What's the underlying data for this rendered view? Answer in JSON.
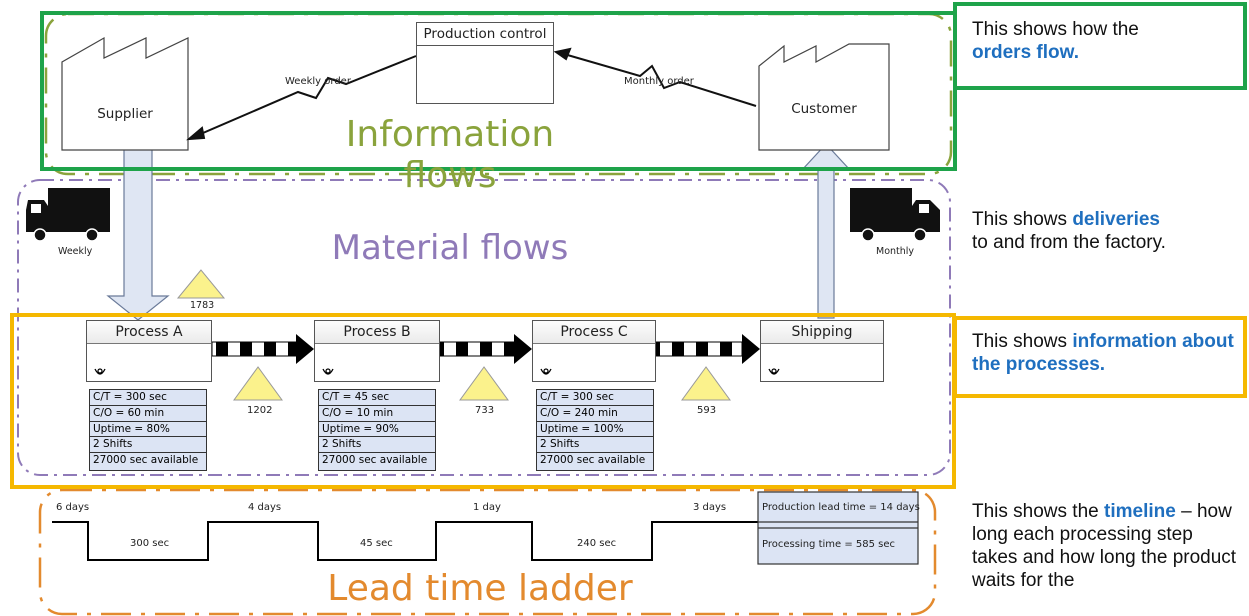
{
  "information": {
    "production_control": "Production control",
    "supplier": "Supplier",
    "customer": "Customer",
    "weekly_order": "Weekly order",
    "monthly_order": "Monthly order",
    "region_label": "Information flows"
  },
  "material": {
    "region_label": "Material flows",
    "weekly": "Weekly",
    "monthly": "Monthly",
    "inventory_top": "1783"
  },
  "processes": [
    {
      "title": "Process A",
      "ct": "C/T = 300 sec",
      "co": "C/O = 60 min",
      "uptime": "Uptime = 80%",
      "shifts": "2 Shifts",
      "available": "27000 sec available"
    },
    {
      "title": "Process B",
      "ct": "C/T = 45 sec",
      "co": "C/O = 10 min",
      "uptime": "Uptime = 90%",
      "shifts": "2 Shifts",
      "available": "27000 sec available"
    },
    {
      "title": "Process C",
      "ct": "C/T = 300 sec",
      "co": "C/O = 240 min",
      "uptime": "Uptime = 100%",
      "shifts": "2 Shifts",
      "available": "27000 sec available"
    }
  ],
  "shipping": "Shipping",
  "inventories": [
    "1202",
    "733",
    "593"
  ],
  "timeline": {
    "waits": [
      "6 days",
      "4 days",
      "1 day",
      "3 days"
    ],
    "processing": [
      "300 sec",
      "45 sec",
      "240 sec"
    ],
    "lead_time": "Production lead time = 14 days",
    "processing_time": "Processing time = 585 sec",
    "region_label": "Lead time ladder"
  },
  "annotations": {
    "a1_pre": "This shows how the",
    "a1_hl": "orders flow.",
    "a2_pre": "This shows",
    "a2_hl": "deliveries",
    "a2_post": "to and from the factory.",
    "a3_pre": "This shows",
    "a3_hl": "information about the processes.",
    "a4_pre": "This shows the",
    "a4_hl": "timeline",
    "a4_post": "– how long each processing step takes and how long the product waits for the"
  },
  "colors": {
    "information_frame": "#1ea34a",
    "process_frame": "#f5b800",
    "highlight_text": "#1f6fbf",
    "info_dash": "#8aa33c",
    "material_dash": "#8f7ab8",
    "ladder_dash": "#e38a2e",
    "inventory_triangle": "#fbf28c",
    "data_box_fill": "#dce4f4"
  }
}
